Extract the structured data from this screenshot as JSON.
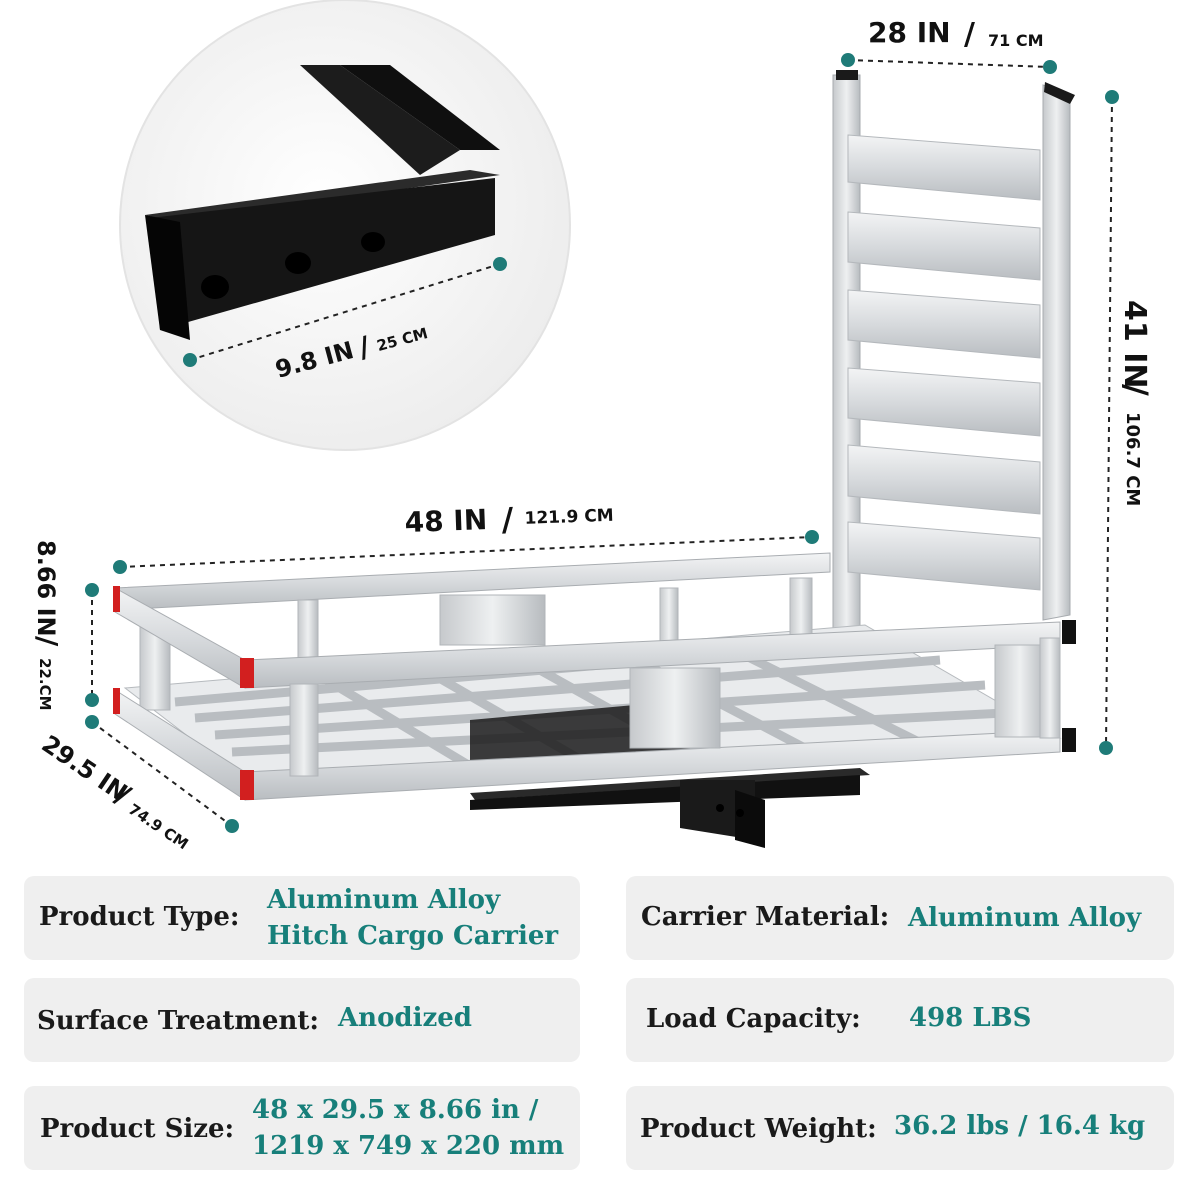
{
  "dimensions": {
    "width_top": {
      "in": "28 IN",
      "sep": "/",
      "cm": "71 CM"
    },
    "height_right": {
      "in": "41 IN",
      "sep": "/",
      "cm": "106.7 CM"
    },
    "length": {
      "in": "48 IN",
      "sep": "/",
      "cm": "121.9 CM"
    },
    "side_height": {
      "in": "8.66 IN",
      "sep": "/",
      "cm": "22.CM"
    },
    "depth": {
      "in": "29.5 IN",
      "sep": "/",
      "cm": "74.9 CM"
    },
    "hitch": {
      "in": "9.8 IN",
      "sep": "/",
      "cm": "25 CM"
    }
  },
  "specs": {
    "product_type": {
      "label": "Product Type:",
      "value_line1": "Aluminum Alloy",
      "value_line2": "Hitch Cargo Carrier"
    },
    "carrier_material": {
      "label": "Carrier Material:",
      "value": "Aluminum Alloy"
    },
    "surface_treatment": {
      "label": "Surface Treatment:",
      "value": "Anodized"
    },
    "load_capacity": {
      "label": "Load Capacity:",
      "value": "498 LBS"
    },
    "product_size": {
      "label": "Product Size:",
      "value_line1": "48 x 29.5 x 8.66 in /",
      "value_line2": "1219 x 749 x 220 mm"
    },
    "product_weight": {
      "label": "Product Weight:",
      "value": "36.2 lbs / 16.4 kg"
    }
  },
  "colors": {
    "accent_teal": "#177f7a",
    "dot_teal": "#1f7b78",
    "card_bg": "#efefef",
    "aluminum": "#d9dcdf",
    "steel_black": "#151515",
    "reflector_red": "#d21f1f"
  }
}
